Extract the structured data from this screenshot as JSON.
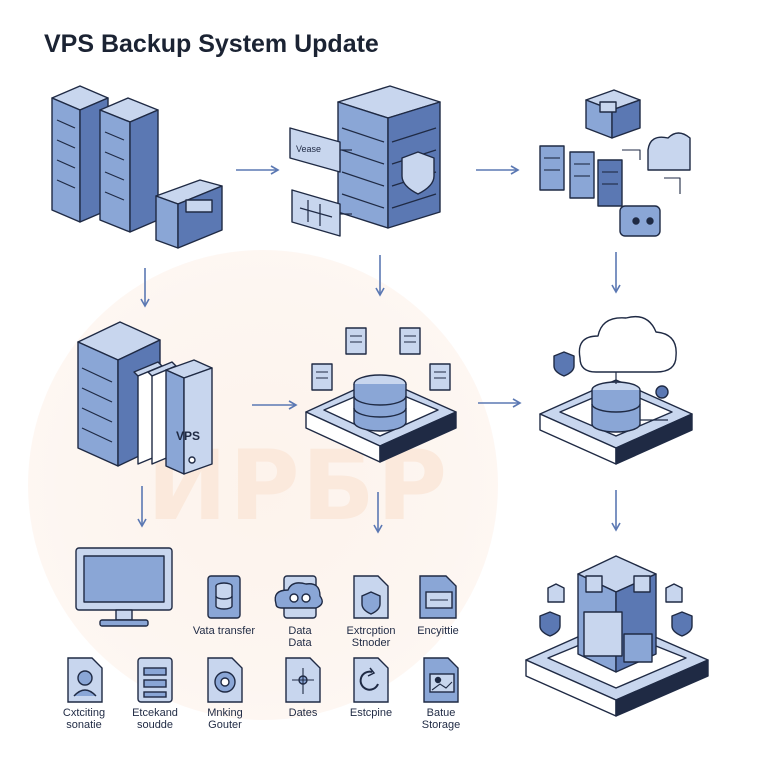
{
  "title": "VPS Backup System Update",
  "watermark": "ИРБР",
  "colors": {
    "stroke": "#1f2a44",
    "blue": "#8aa6d6",
    "blue_light": "#c8d6ee",
    "blue_dark": "#5b78b3",
    "watermark": "#fbe9dc"
  },
  "nodes": {
    "source_servers": {
      "icon": "server-rack-icon"
    },
    "backup_server": {
      "panel_label": "Vease",
      "icon": "server-with-shield-icon"
    },
    "distributed": {
      "icon": "servers-and-cloud-icon"
    },
    "vps_server": {
      "label": "VPS",
      "icon": "vps-server-icon"
    },
    "database_platform": {
      "icon": "database-platform-icon"
    },
    "cloud_storage": {
      "icon": "cloud-database-icon"
    },
    "secure_cube": {
      "icon": "encrypted-cube-icon"
    },
    "monitor": {
      "icon": "monitor-icon"
    }
  },
  "legend": {
    "row1": [
      {
        "icon": "database-file-icon",
        "line1": "Vata transfer",
        "line2": ""
      },
      {
        "icon": "data-cloud-icon",
        "line1": "Data",
        "line2": "Data"
      },
      {
        "icon": "encrypted-file-icon",
        "line1": "Extrcption",
        "line2": "Stnoder"
      },
      {
        "icon": "encryption-file-icon",
        "line1": "Encyittie",
        "line2": ""
      }
    ],
    "row2": [
      {
        "icon": "user-file-icon",
        "line1": "Cxtciting",
        "line2": "sonatie"
      },
      {
        "icon": "layers-file-icon",
        "line1": "Etcekand",
        "line2": "soudde"
      },
      {
        "icon": "gear-file-icon",
        "line1": "Mnking",
        "line2": "Gouter"
      },
      {
        "icon": "network-file-icon",
        "line1": "Dates",
        "line2": ""
      },
      {
        "icon": "refresh-file-icon",
        "line1": "Estcpine",
        "line2": ""
      },
      {
        "icon": "image-file-icon",
        "line1": "Batue",
        "line2": "Storage"
      }
    ]
  }
}
